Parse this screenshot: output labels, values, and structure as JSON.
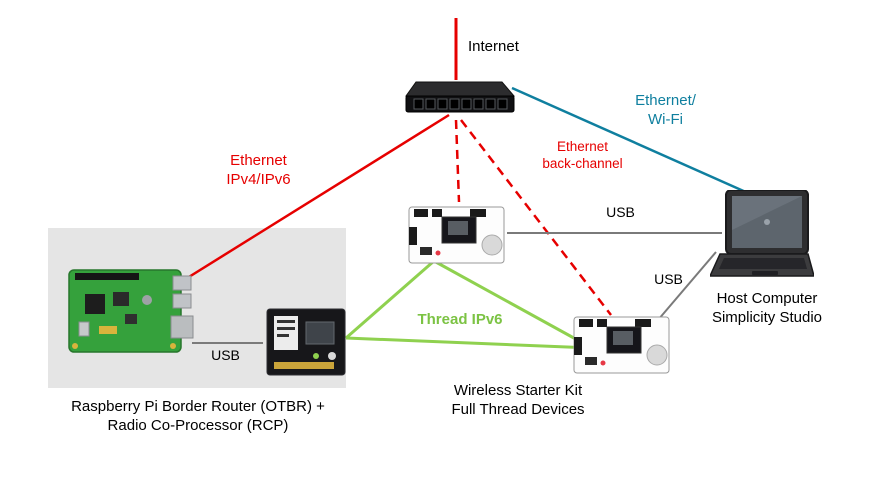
{
  "diagram": {
    "labels": {
      "internet": "Internet",
      "ethernet_wifi": "Ethernet/\nWi-Fi",
      "ethernet_ipv4": "Ethernet\nIPv4/IPv6",
      "ethernet_backchannel": "Ethernet\nback-channel",
      "usb_wstk1": "USB",
      "usb_wstk2": "USB",
      "usb_rpi": "USB",
      "thread": "Thread IPv6",
      "host_computer": "Host Computer\nSimplicity Studio",
      "rpi_caption": "Raspberry Pi Border Router (OTBR) +\nRadio Co-Processor (RCP)",
      "wstk_caption": "Wireless Starter Kit\nFull Thread Devices"
    },
    "colors": {
      "ethernet_red": "#e60000",
      "wifi_teal": "#0f7f9f",
      "thread_green": "#8fd14f",
      "usb_gray": "#7a7a7a",
      "group_box_gray": "#e5e5e5"
    }
  }
}
